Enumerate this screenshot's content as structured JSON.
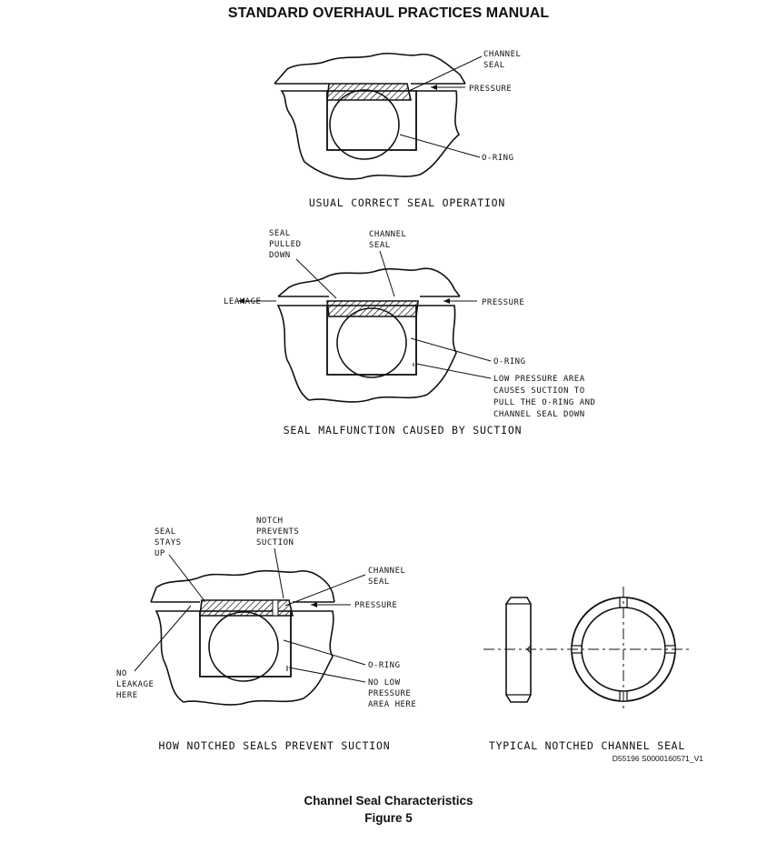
{
  "header": {
    "title": "STANDARD OVERHAUL PRACTICES MANUAL"
  },
  "diagram1": {
    "label_channel_seal": [
      "CHANNEL",
      "SEAL"
    ],
    "label_pressure": "PRESSURE",
    "label_oring": "O-RING",
    "caption": "USUAL CORRECT SEAL OPERATION"
  },
  "diagram2": {
    "label_seal_pulled": [
      "SEAL",
      "PULLED",
      "DOWN"
    ],
    "label_channel_seal": [
      "CHANNEL",
      "SEAL"
    ],
    "label_leakage": "LEAKAGE",
    "label_pressure": "PRESSURE",
    "label_oring": "O-RING",
    "label_low_pressure": [
      "LOW PRESSURE AREA",
      "CAUSES SUCTION TO",
      "PULL THE O-RING AND",
      "CHANNEL SEAL DOWN"
    ],
    "caption": "SEAL MALFUNCTION CAUSED BY SUCTION"
  },
  "diagram3": {
    "label_seal_stays": [
      "SEAL",
      "STAYS",
      "UP"
    ],
    "label_notch": [
      "NOTCH",
      "PREVENTS",
      "SUCTION"
    ],
    "label_channel_seal": [
      "CHANNEL",
      "SEAL"
    ],
    "label_pressure": "PRESSURE",
    "label_oring": "O-RING",
    "label_no_low": [
      "NO LOW",
      "PRESSURE",
      "AREA HERE"
    ],
    "label_no_leakage": [
      "NO",
      "LEAKAGE",
      "HERE"
    ],
    "caption": "HOW NOTCHED SEALS PREVENT SUCTION"
  },
  "diagram4": {
    "caption": "TYPICAL NOTCHED CHANNEL SEAL",
    "code": "D55196 S0000160571_V1"
  },
  "figure": {
    "title": "Channel Seal Characteristics",
    "number": "Figure 5"
  }
}
